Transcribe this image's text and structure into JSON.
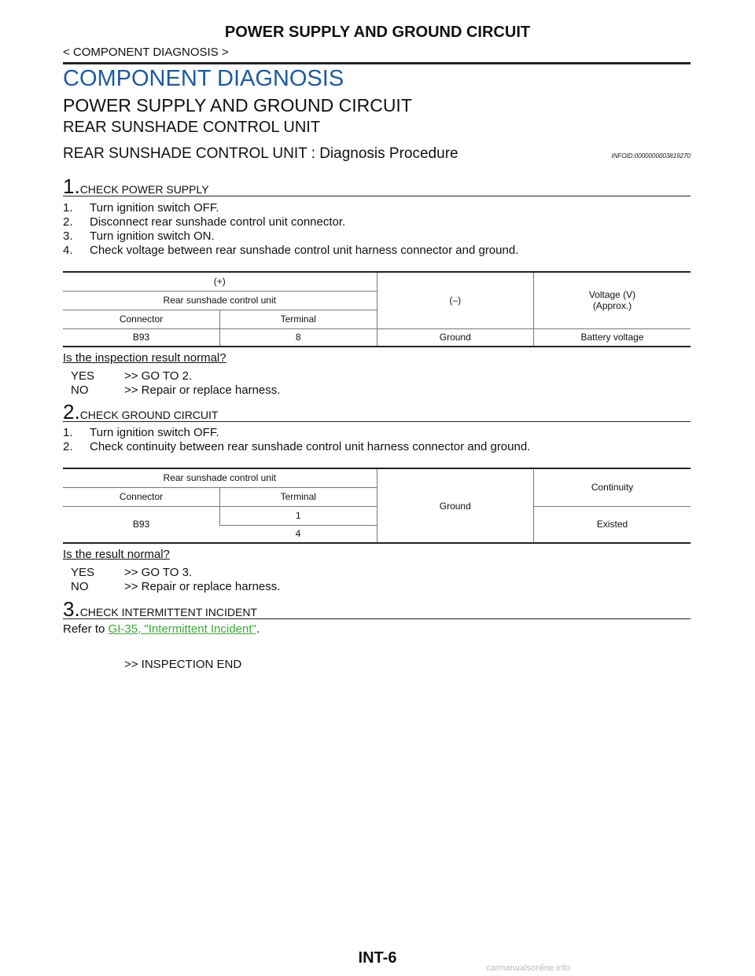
{
  "header": {
    "running_title": "POWER SUPPLY AND GROUND CIRCUIT",
    "breadcrumb": "< COMPONENT DIAGNOSIS >"
  },
  "titles": {
    "section": "COMPONENT DIAGNOSIS",
    "h1": "POWER SUPPLY AND GROUND CIRCUIT",
    "h2": "REAR SUNSHADE CONTROL UNIT",
    "h3": "REAR SUNSHADE CONTROL UNIT : Diagnosis Procedure",
    "infoid": "INFOID:0000000003819270"
  },
  "step1": {
    "num": "1.",
    "title": "CHECK POWER SUPPLY",
    "items": [
      {
        "n": "1.",
        "t": "Turn ignition switch OFF."
      },
      {
        "n": "2.",
        "t": "Disconnect rear sunshade control unit connector."
      },
      {
        "n": "3.",
        "t": "Turn ignition switch ON."
      },
      {
        "n": "4.",
        "t": "Check voltage between rear sunshade control unit harness connector and ground."
      }
    ],
    "table": {
      "plus": "(+)",
      "unit": "Rear sunshade control unit",
      "connector": "Connector",
      "terminal": "Terminal",
      "minus": "(–)",
      "voltage": "Voltage (V)",
      "approx": "(Approx.)",
      "row": {
        "connector": "B93",
        "terminal": "8",
        "minus": "Ground",
        "value": "Battery voltage"
      }
    },
    "question": "Is the inspection result normal?",
    "yes": {
      "k": "YES",
      "v": ">> GO TO 2."
    },
    "no": {
      "k": "NO",
      "v": ">> Repair or replace harness."
    }
  },
  "step2": {
    "num": "2.",
    "title": "CHECK GROUND CIRCUIT",
    "items": [
      {
        "n": "1.",
        "t": "Turn ignition switch OFF."
      },
      {
        "n": "2.",
        "t": "Check continuity between rear sunshade control unit harness connector and ground."
      }
    ],
    "table": {
      "unit": "Rear sunshade control unit",
      "connector": "Connector",
      "terminal": "Terminal",
      "ground": "Ground",
      "continuity": "Continuity",
      "conn_value": "B93",
      "t1": "1",
      "t2": "4",
      "result": "Existed"
    },
    "question": "Is the result normal?",
    "yes": {
      "k": "YES",
      "v": ">> GO TO 3."
    },
    "no": {
      "k": "NO",
      "v": ">> Repair or replace harness."
    }
  },
  "step3": {
    "num": "3.",
    "title": "CHECK INTERMITTENT INCIDENT",
    "refer_prefix": "Refer to ",
    "refer_link": "GI-35, \"Intermittent Incident\"",
    "refer_suffix": ".",
    "end": ">> INSPECTION END"
  },
  "footer": {
    "page": "INT-6",
    "watermark": "carmanualsonline.info"
  }
}
